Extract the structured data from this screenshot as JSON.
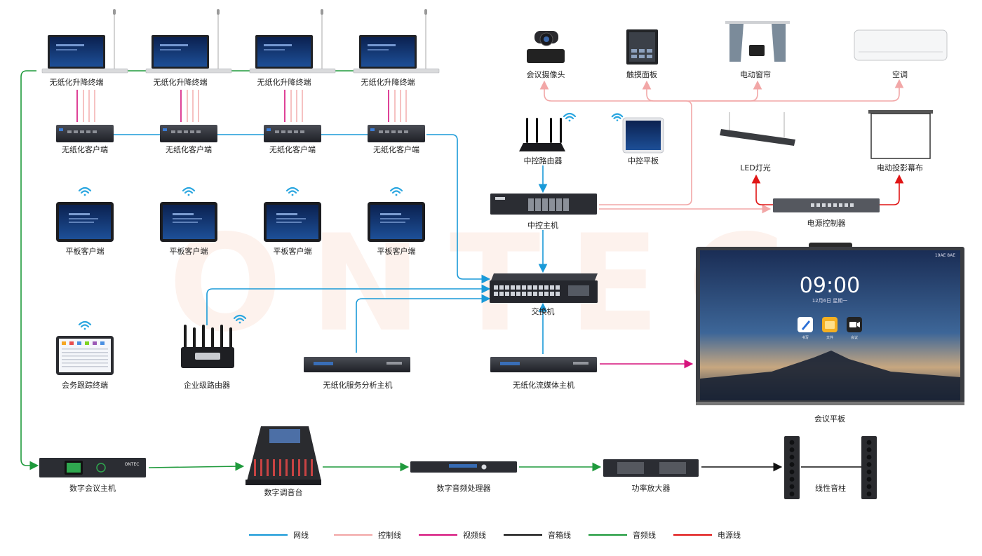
{
  "watermark": "ONTEC",
  "labels": {
    "paperless_terminal": "无纸化升降终端",
    "paperless_client": "无纸化客户端",
    "tablet_client": "平板客户端",
    "tracking_terminal": "会务跟踪终端",
    "enterprise_router": "企业级路由器",
    "service_host": "无纸化服务分析主机",
    "stream_host": "无纸化流媒体主机",
    "switch": "交换机",
    "central_router": "中控路由器",
    "central_pad": "中控平板",
    "central_host": "中控主机",
    "camera": "会议摄像头",
    "touch_panel": "触摸面板",
    "curtain": "电动窗帘",
    "aircon": "空调",
    "led": "LED灯光",
    "screen": "电动投影幕布",
    "power_ctrl": "电源控制器",
    "meeting_pad": "会议平板",
    "conf_host": "数字会议主机",
    "mixer": "数字调音台",
    "dsp": "数字音频处理器",
    "amp": "功率放大器",
    "speaker": "线性音柱"
  },
  "display": {
    "time": "09:00",
    "date": "12月6日  星期一",
    "status": "19AE 8AE",
    "apps": [
      "书写",
      "文件",
      "会议"
    ]
  },
  "device_brand": "ONTEC",
  "legend": [
    {
      "label": "网线",
      "color": "#1a9ad8"
    },
    {
      "label": "控制线",
      "color": "#f2a7a7"
    },
    {
      "label": "视频线",
      "color": "#d6137d"
    },
    {
      "label": "音箱线",
      "color": "#111111"
    },
    {
      "label": "音频线",
      "color": "#1f9a3c"
    },
    {
      "label": "电源线",
      "color": "#e01515"
    }
  ]
}
